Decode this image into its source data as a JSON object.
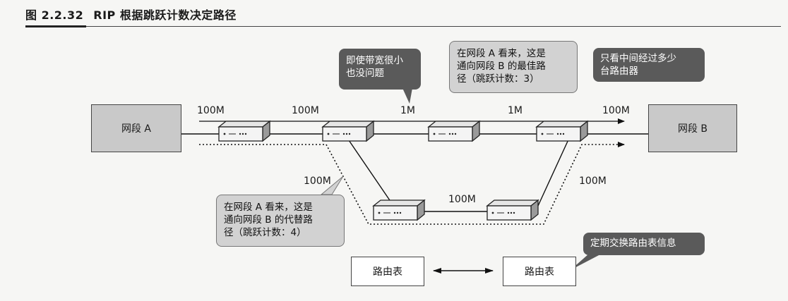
{
  "figure": {
    "number": "图 2.2.32",
    "title": "RIP 根据跳跃计数决定路径"
  },
  "segments": {
    "a": "网段 A",
    "b": "网段 B"
  },
  "bandwidth": {
    "a_r1": "100M",
    "r1_r2": "100M",
    "r2_r3": "1M",
    "r3_r4": "1M",
    "r4_b": "100M",
    "r2_r5": "100M",
    "r5_r6": "100M",
    "r6_r4": "100M"
  },
  "callouts": {
    "bandwidth_note": [
      "即使带宽很小",
      "也没问题"
    ],
    "best_path": [
      "在网段 A 看来，这是",
      "通向网段 B 的最佳路",
      "径（跳跃计数：3）"
    ],
    "hops_note": [
      "只看中间经过多少",
      "台路由器"
    ],
    "alt_path": [
      "在网段 A 看来，这是",
      "通向网段 B 的代替路",
      "径（跳跃计数：4）"
    ],
    "exchange_note": "定期交换路由表信息"
  },
  "routing_tables": {
    "left": "路由表",
    "right": "路由表"
  },
  "colors": {
    "segment_fill": "#c9c9c9",
    "callout_dark": "#5a5a5a",
    "callout_light": "#d2d2d2"
  }
}
